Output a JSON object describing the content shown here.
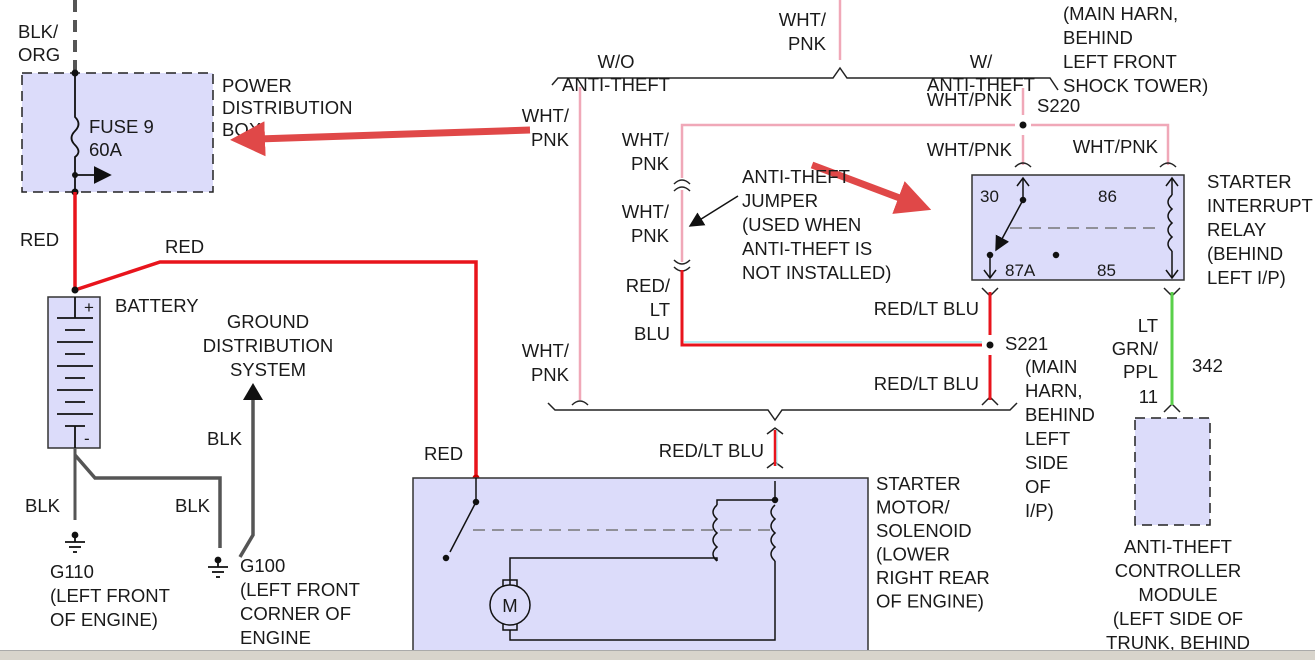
{
  "colors": {
    "component_fill": "#dcdcfa",
    "red_wire": "#e8141c",
    "pink_wire": "#f0a8b8",
    "green_wire": "#5ad04a",
    "light_blue": "#9ee8f0",
    "ground_wire": "#555555",
    "annotation_arrow": "#e04848"
  },
  "wires": {
    "top_left": [
      "BLK/",
      "ORG"
    ],
    "red1": "RED",
    "red2": "RED",
    "red3": "RED",
    "blk1": "BLK",
    "blk2": "BLK",
    "blk3": "BLK",
    "wht_pnk_top": [
      "WHT/",
      "PNK"
    ],
    "wht_pnk_left1": [
      "WHT/",
      "PNK"
    ],
    "wht_pnk_left2": [
      "WHT/",
      "PNK"
    ],
    "wht_pnk_j1": [
      "WHT/",
      "PNK"
    ],
    "wht_pnk_j2": [
      "WHT/",
      "PNK"
    ],
    "wht_pnk_s220_top": "WHT/PNK",
    "wht_pnk_s220_bot": "WHT/PNK",
    "wht_pnk_86": "WHT/PNK",
    "red_lt_blu_left": [
      "RED/",
      "LT",
      "BLU"
    ],
    "red_lt_blu_87a": "RED/LT BLU",
    "red_lt_blu_s221": "RED/LT BLU",
    "red_lt_blu_starter": "RED/LT BLU",
    "lt_grn_ppl": [
      "LT",
      "GRN/",
      "PPL",
      "11"
    ],
    "circuit_342": "342"
  },
  "components": {
    "pdb": {
      "label": [
        "POWER",
        "DISTRIBUTION",
        "BOX"
      ],
      "fuse": [
        "FUSE 9",
        "60A"
      ]
    },
    "battery": {
      "label": "BATTERY"
    },
    "ground_dist": [
      "GROUND",
      "DISTRIBUTION",
      "SYSTEM"
    ],
    "g110": [
      "G110",
      "(LEFT FRONT",
      "OF ENGINE)"
    ],
    "g100": [
      "G100",
      "(LEFT FRONT",
      "CORNER OF",
      "ENGINE"
    ],
    "wo_anti_theft": [
      "W/O",
      "ANTI-THEFT"
    ],
    "w_anti_theft": [
      "W/",
      "ANTI-THEFT"
    ],
    "s220_location": [
      "(MAIN HARN,",
      "BEHIND",
      "LEFT FRONT",
      "SHOCK TOWER)"
    ],
    "s220": "S220",
    "s221": "S221",
    "s221_location": [
      "(MAIN",
      "HARN,",
      "BEHIND",
      "LEFT",
      "SIDE",
      "OF",
      "I/P)"
    ],
    "jumper": [
      "ANTI-THEFT",
      "JUMPER",
      "(USED WHEN",
      "ANTI-THEFT IS",
      "NOT INSTALLED)"
    ],
    "relay": {
      "label": [
        "STARTER",
        "INTERRUPT",
        "RELAY",
        "(BEHIND",
        "LEFT I/P)"
      ],
      "pins": {
        "p30": "30",
        "p86": "86",
        "p87a": "87A",
        "p85": "85"
      }
    },
    "module": [
      "ANTI-THEFT",
      "CONTROLLER",
      "MODULE",
      "(LEFT SIDE OF",
      "TRUNK, BEHIND"
    ],
    "starter": {
      "label": [
        "STARTER",
        "MOTOR/",
        "SOLENOID",
        "(LOWER",
        "RIGHT REAR",
        "OF ENGINE)"
      ],
      "motor": "M"
    }
  }
}
